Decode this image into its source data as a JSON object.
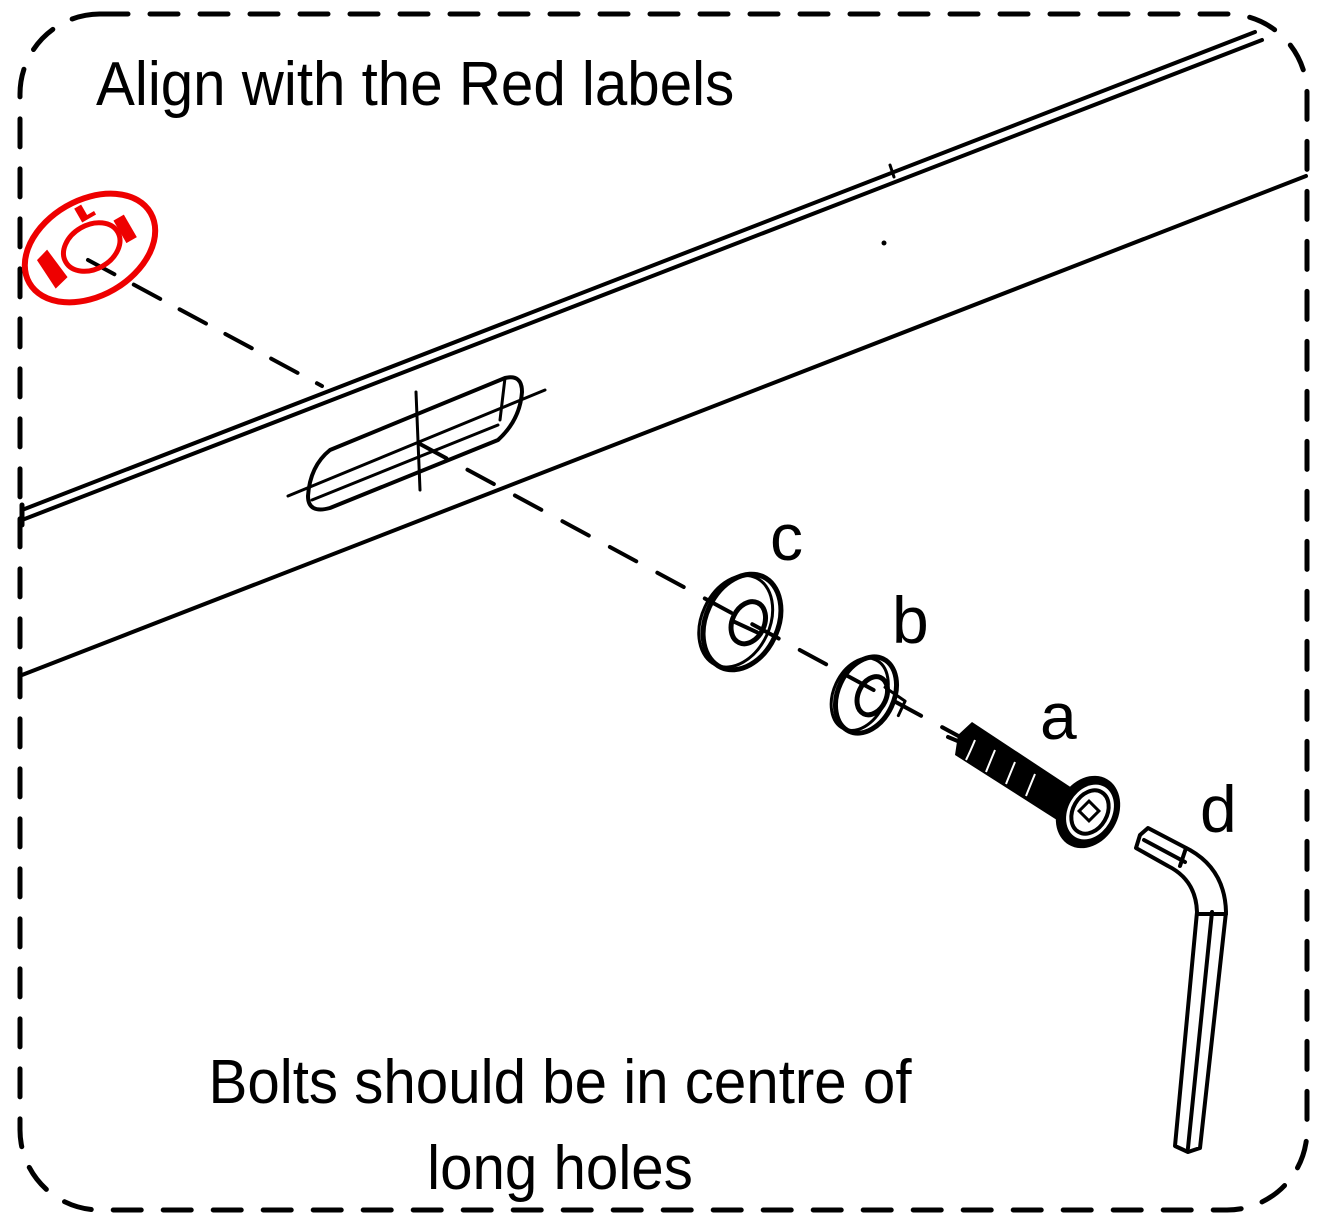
{
  "diagram": {
    "title": "Align with the Red labels",
    "footer_note": "Bolts should be in centre of long holes",
    "accent_color": "#ee0000",
    "line_color": "#000000",
    "alignment_label": {
      "icon": "red-alignment-label-icon",
      "color": "#ee0000"
    },
    "parts": [
      {
        "letter": "a",
        "name": "bolt"
      },
      {
        "letter": "b",
        "name": "spring washer"
      },
      {
        "letter": "c",
        "name": "flat washer"
      },
      {
        "letter": "d",
        "name": "allen key"
      }
    ],
    "components": [
      "frame rail",
      "long hole (slot)",
      "assembly axis (dashed)",
      "dashed border"
    ]
  }
}
